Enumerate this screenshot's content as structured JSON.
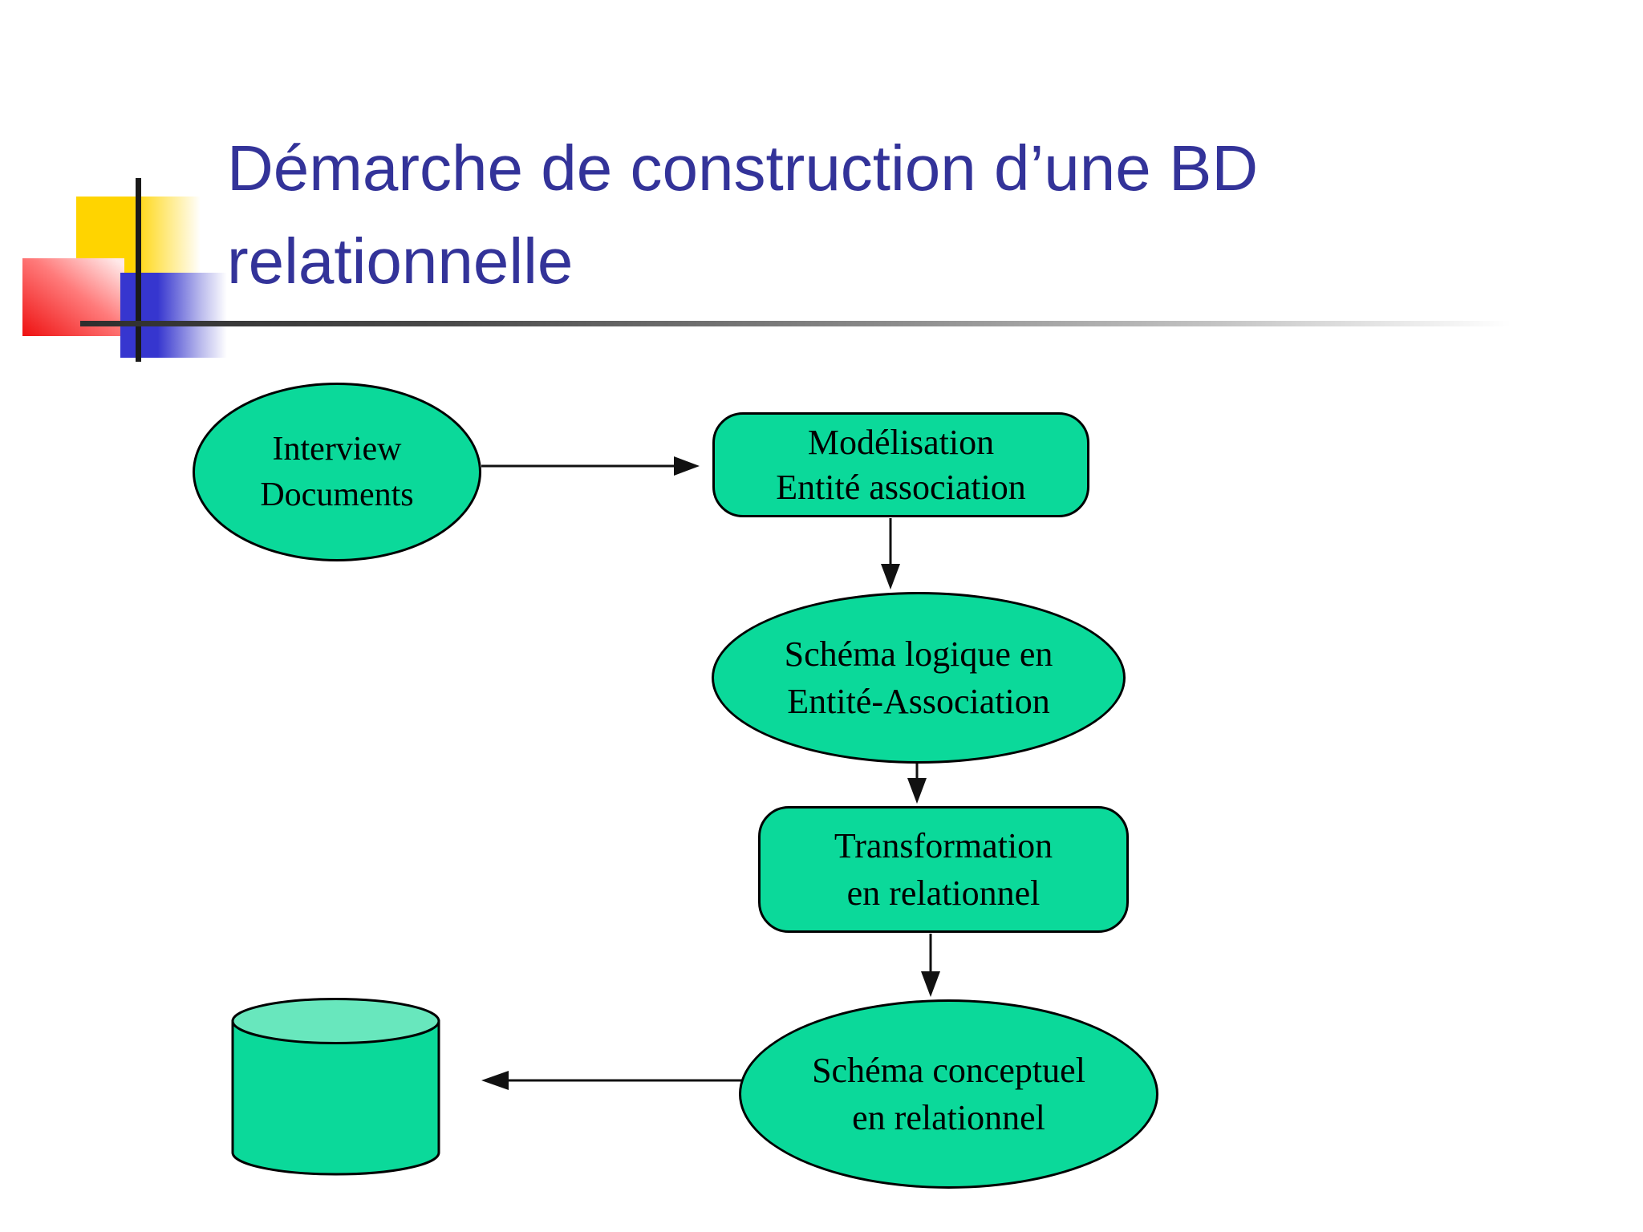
{
  "slide": {
    "title": {
      "line1": "Démarche de construction d’une BD",
      "line2": "relationnelle",
      "color": "#333399"
    }
  },
  "flowchart": {
    "nodes": [
      {
        "name": "interview-documents",
        "shape": "ellipse",
        "line1": "Interview",
        "line2": "Documents"
      },
      {
        "name": "modelisation",
        "shape": "rounded-rectangle",
        "line1": "Modélisation",
        "line2": "Entité association"
      },
      {
        "name": "schema-logique",
        "shape": "ellipse",
        "line1": "Schéma logique en",
        "line2": "Entité-Association"
      },
      {
        "name": "transformation",
        "shape": "rounded-rectangle",
        "line1": "Transformation",
        "line2": "en relationnel"
      },
      {
        "name": "schema-conceptuel",
        "shape": "ellipse",
        "line1": "Schéma conceptuel",
        "line2": "en relationnel"
      },
      {
        "name": "database-cylinder",
        "shape": "cylinder",
        "line1": "",
        "line2": ""
      }
    ],
    "colors": {
      "node_fill": "#0bd99a",
      "cylinder_top_fill": "#68e7bd",
      "outline": "#000000",
      "arrow": "#111111"
    }
  },
  "decor": {
    "colors": {
      "yellow": "#ffd400",
      "red": "#ee1111",
      "blue": "#3636cf",
      "black_line": "#1a1a1a"
    }
  }
}
